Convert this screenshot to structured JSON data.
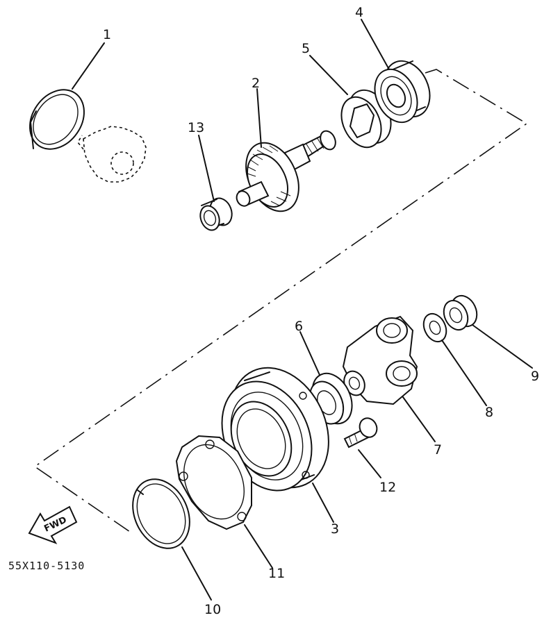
{
  "diagram": {
    "part_code": "55X110-5130",
    "fwd_label": "FWD",
    "callouts": [
      "1",
      "2",
      "3",
      "4",
      "5",
      "6",
      "7",
      "8",
      "9",
      "10",
      "11",
      "12",
      "13"
    ]
  }
}
